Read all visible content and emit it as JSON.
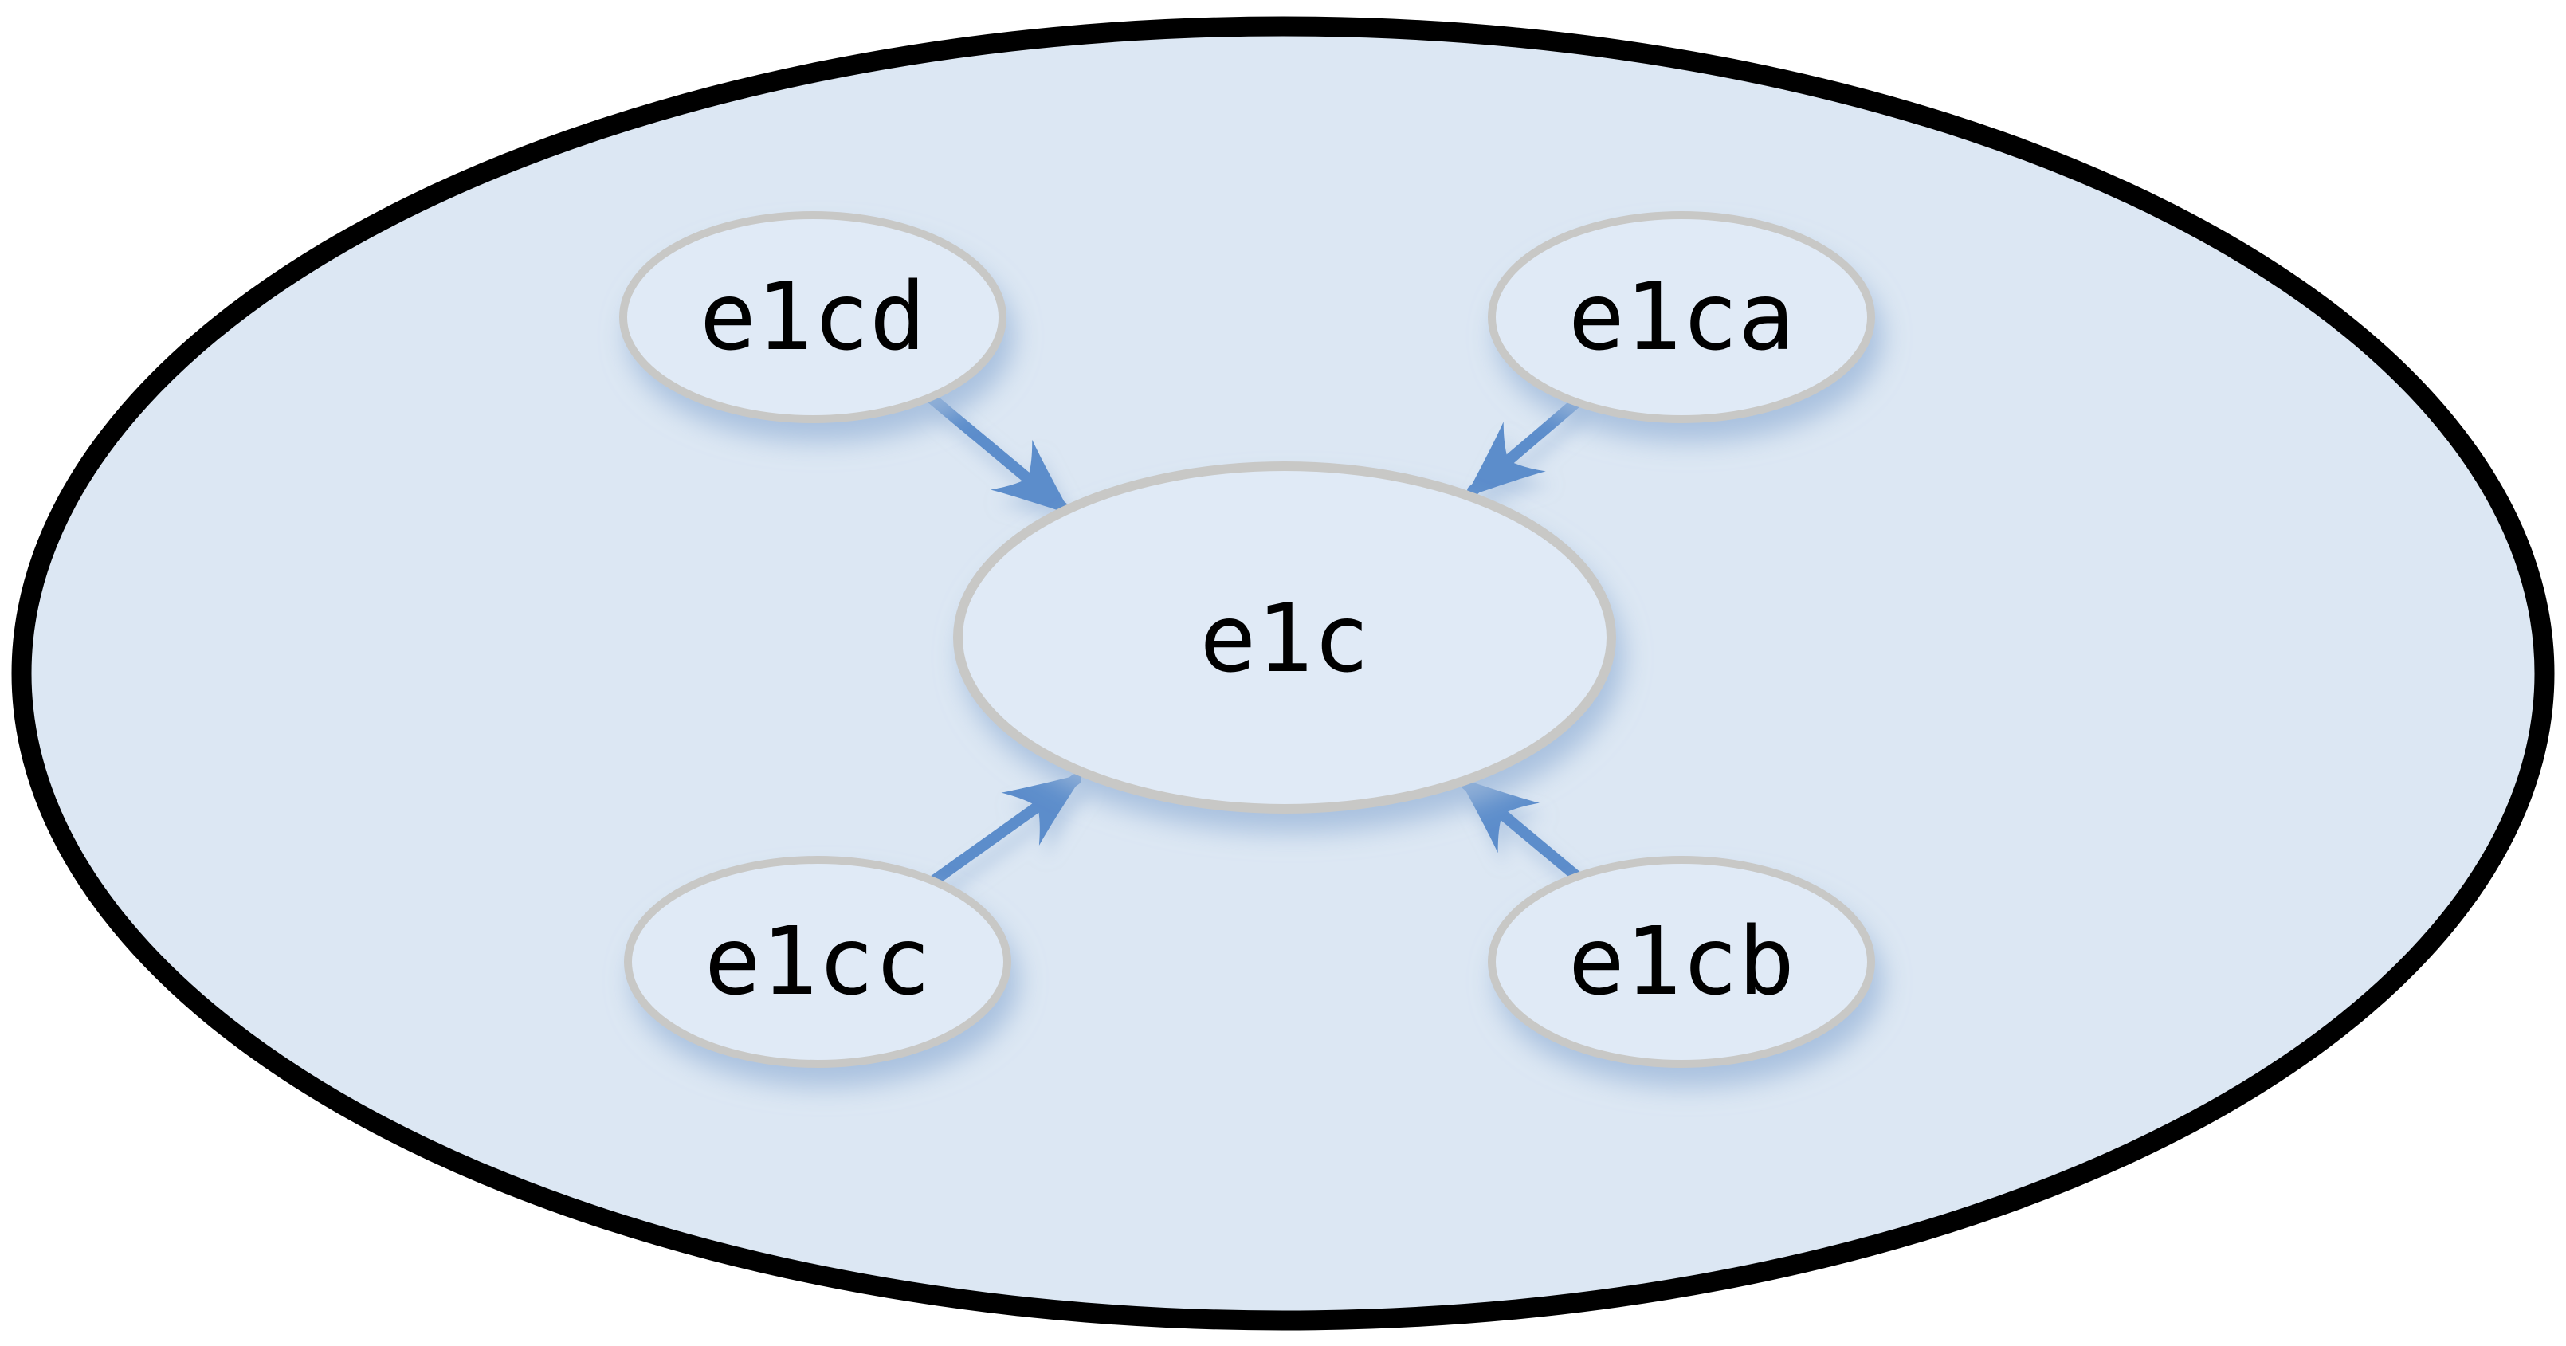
{
  "diagram": {
    "type": "grouped-node-graph",
    "description": "One large boundary ellipse containing a central node with four child nodes pointing to it",
    "nodes": [
      {
        "id": "e1c",
        "label": "e1c",
        "role": "center"
      },
      {
        "id": "e1cd",
        "label": "e1cd",
        "role": "source",
        "position": "top-left"
      },
      {
        "id": "e1ca",
        "label": "e1ca",
        "role": "source",
        "position": "top-right"
      },
      {
        "id": "e1cc",
        "label": "e1cc",
        "role": "source",
        "position": "bottom-left"
      },
      {
        "id": "e1cb",
        "label": "e1cb",
        "role": "source",
        "position": "bottom-right"
      }
    ],
    "edges": [
      {
        "from": "e1cd",
        "to": "e1c"
      },
      {
        "from": "e1ca",
        "to": "e1c"
      },
      {
        "from": "e1cc",
        "to": "e1c"
      },
      {
        "from": "e1cb",
        "to": "e1c"
      }
    ],
    "colors": {
      "background": "#ffffff",
      "group_fill": "#dce7f3",
      "group_stroke": "#000000",
      "node_fill": "#e0eaf6",
      "node_stroke": "#c8c8c6",
      "arrow": "#5c8dcb",
      "text": "#000000",
      "shadow": "#9db8da"
    }
  }
}
